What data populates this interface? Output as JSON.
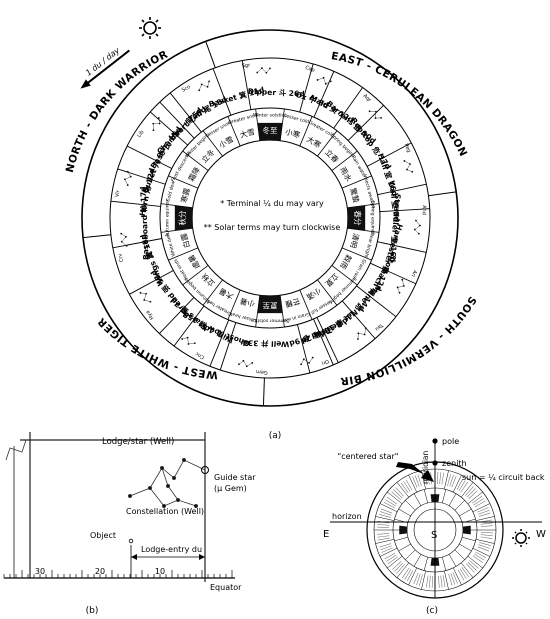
{
  "panel_a": {
    "quadrants": {
      "north": "NORTH - DARK WARRIOR",
      "east": "EAST - CERULEAN DRAGON",
      "south": "SOUTH - VERMILLION BIRD",
      "west": "WEST - WHITE TIGER"
    },
    "du_label": "1 du / day",
    "notes": [
      "* Terminal ¼ du may vary",
      "** Solar terms may turn clockwise"
    ],
    "lodges": [
      {
        "name": "Dipper 斗 26d"
      },
      {
        "name": "Ox 牛 8d"
      },
      {
        "name": "Maid 女 12d"
      },
      {
        "name": "Barrens 虛 10d"
      },
      {
        "name": "Rooftop 危 17d"
      },
      {
        "name": "Hall 室 16d"
      },
      {
        "name": "Wall 壁 9d"
      },
      {
        "name": "Straddler 奎 16d"
      },
      {
        "name": "Harvester 婁 12d"
      },
      {
        "name": "Stomach 胃 14d"
      },
      {
        "name": "Mane 昴 11d"
      },
      {
        "name": "Net 畢 16d"
      },
      {
        "name": "Beak 觜 2d"
      },
      {
        "name": "Triad 參 9d"
      },
      {
        "name": "Well 井 33d"
      },
      {
        "name": "Ghost 鬼 4d"
      },
      {
        "name": "Willow 柳 15d"
      },
      {
        "name": "Stars 星 7d"
      },
      {
        "name": "Spread 張 18d"
      },
      {
        "name": "Wings 翼 18d"
      },
      {
        "name": "Baseboard 軫 17d"
      },
      {
        "name": "Horn 角 12d"
      },
      {
        "name": "Gullet 亢 9d"
      },
      {
        "name": "Base 氐 15d"
      },
      {
        "name": "Chamber 房 5d"
      },
      {
        "name": "Heart 心 5d"
      },
      {
        "name": "Tail 尾 18d"
      },
      {
        "name": "Basket 箕 11d"
      }
    ],
    "constellations": [
      "Sgr",
      "Cap",
      "Aqr",
      "Peg",
      "And",
      "Ari",
      "Tau",
      "Ori",
      "Gem",
      "Cnc",
      "Hya",
      "Crv",
      "Vir",
      "Lib",
      "Sco"
    ],
    "solar_terms": [
      {
        "zh": "冬至",
        "en": "Winter solstice"
      },
      {
        "zh": "小寒",
        "en": "Lesser cold"
      },
      {
        "zh": "大寒",
        "en": "Greater cold"
      },
      {
        "zh": "立春",
        "en": "Spring begins"
      },
      {
        "zh": "雨水",
        "en": "Rain water"
      },
      {
        "zh": "驚蟄",
        "en": "Insects awaken"
      },
      {
        "zh": "春分",
        "en": "Spring equinox"
      },
      {
        "zh": "清明",
        "en": "Clear bright"
      },
      {
        "zh": "穀雨",
        "en": "Grain rain"
      },
      {
        "zh": "立夏",
        "en": "Summer begins"
      },
      {
        "zh": "小滿",
        "en": "Lesser full"
      },
      {
        "zh": "芒種",
        "en": "Grain in ear"
      },
      {
        "zh": "夏至",
        "en": "Summer solstice"
      },
      {
        "zh": "小暑",
        "en": "Lesser heat"
      },
      {
        "zh": "大暑",
        "en": "Greater heat"
      },
      {
        "zh": "立秋",
        "en": "Autumn begins"
      },
      {
        "zh": "處暑",
        "en": "Heat ends"
      },
      {
        "zh": "白露",
        "en": "White dew"
      },
      {
        "zh": "秋分",
        "en": "Autumn equinox"
      },
      {
        "zh": "寒露",
        "en": "Cold dew"
      },
      {
        "zh": "霜降",
        "en": "Frost descends"
      },
      {
        "zh": "立冬",
        "en": "Winter begins"
      },
      {
        "zh": "小雪",
        "en": "Lesser snow"
      },
      {
        "zh": "大雪",
        "en": "Greater snow"
      }
    ],
    "caption": "(a)"
  },
  "panel_b": {
    "lodge_label": "Lodge/star (Well)",
    "guide_star": "Guide star",
    "guide_star_id": "(μ Gem)",
    "constellation": "Constellation (Well)",
    "object": "Object",
    "entry": "Lodge-entry du",
    "equator": "Equator",
    "ticks": [
      "30",
      "20",
      "10"
    ],
    "caption": "(b)"
  },
  "panel_c": {
    "pole": "pole",
    "zenith": "zenith",
    "meridian": "meridian",
    "centered_star": "\"centered star\"",
    "sun_note": "sun = ¼ circuit back",
    "horizon": "horizon",
    "E": "E",
    "S": "S",
    "W": "W",
    "caption": "(c)"
  }
}
